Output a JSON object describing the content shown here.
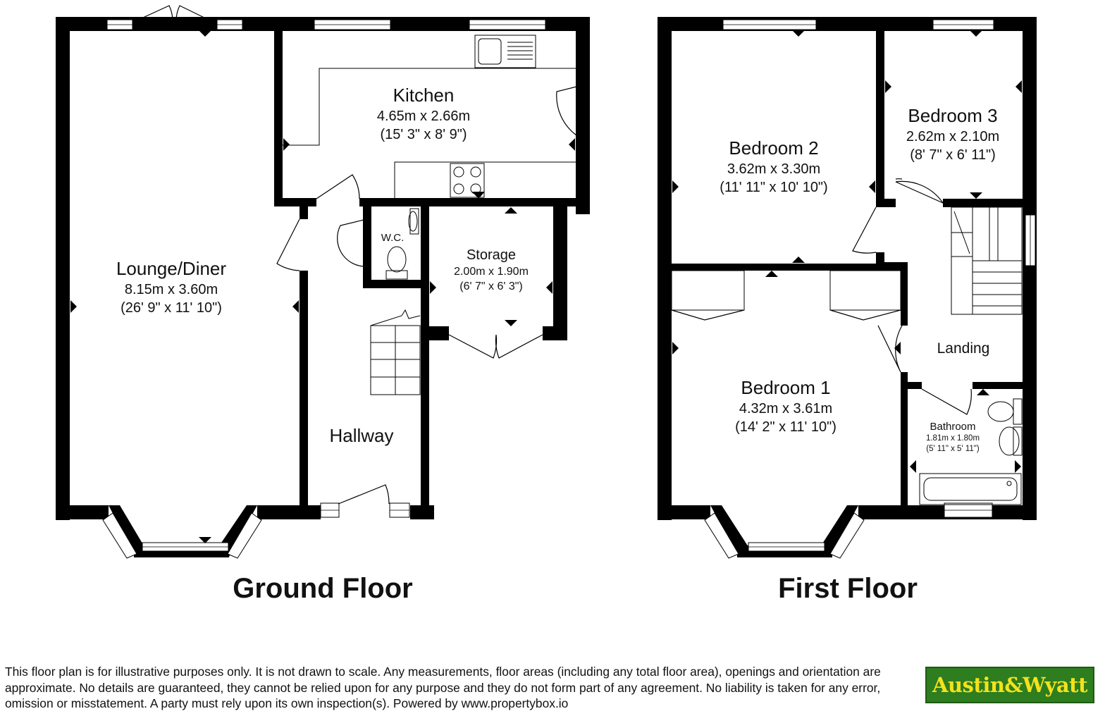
{
  "floors": {
    "ground": {
      "title": "Ground Floor",
      "rooms": {
        "lounge": {
          "name": "Lounge/Diner",
          "metric": "8.15m x 3.60m",
          "imperial": "(26' 9\" x 11' 10\")"
        },
        "kitchen": {
          "name": "Kitchen",
          "metric": "4.65m x 2.66m",
          "imperial": "(15' 3\" x 8' 9\")"
        },
        "wc": {
          "name": "W.C."
        },
        "storage": {
          "name": "Storage",
          "metric": "2.00m x 1.90m",
          "imperial": "(6' 7\" x 6' 3\")"
        },
        "hallway": {
          "name": "Hallway"
        }
      }
    },
    "first": {
      "title": "First Floor",
      "rooms": {
        "bedroom2": {
          "name": "Bedroom 2",
          "metric": "3.62m x 3.30m",
          "imperial": "(11' 11\" x 10' 10\")"
        },
        "bedroom3": {
          "name": "Bedroom 3",
          "metric": "2.62m x 2.10m",
          "imperial": "(8' 7\" x 6' 11\")"
        },
        "bedroom1": {
          "name": "Bedroom 1",
          "metric": "4.32m x 3.61m",
          "imperial": "(14' 2\" x 11' 10\")"
        },
        "landing": {
          "name": "Landing"
        },
        "bathroom": {
          "name": "Bathroom",
          "metric": "1.81m x 1.80m",
          "imperial": "(5' 11\" x 5' 11\")"
        }
      }
    }
  },
  "disclaimer": "This floor plan is for illustrative purposes only. It is not drawn to scale. Any measurements, floor areas (including any total floor area), openings and orientation are approximate. No details are guaranteed, they cannot be relied upon for any purpose and they do not form part of any agreement. No liability is taken for any error, omission or misstatement. A party must rely upon its own inspection(s). Powered by www.propertybox.io",
  "logo": {
    "text": "Austin&Wyatt",
    "colors": {
      "background": "#2e7d1f",
      "text": "#f3e21b"
    }
  },
  "colors": {
    "wall": "#000000",
    "background": "#ffffff"
  }
}
